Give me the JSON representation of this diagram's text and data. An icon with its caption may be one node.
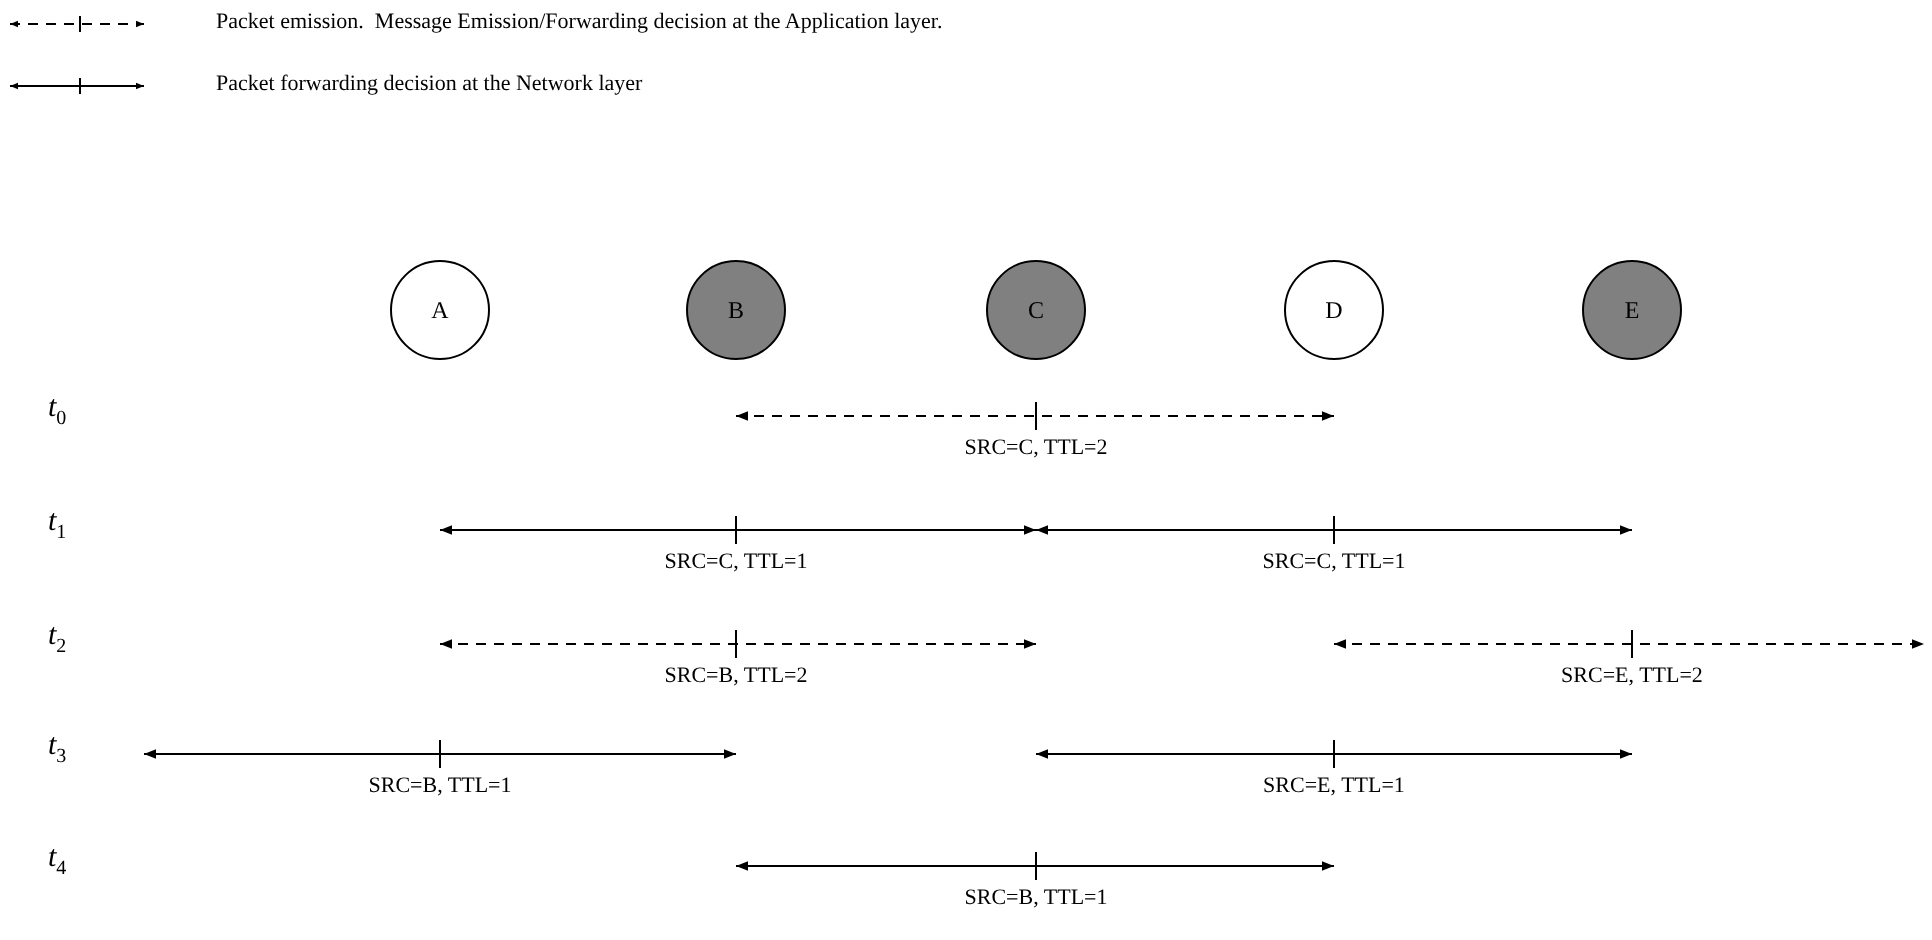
{
  "diagram": {
    "nodes": [
      {
        "text": [
          "A"
        ]
      },
      {
        "text": [
          "B"
        ]
      },
      {
        "text": [
          "C"
        ]
      },
      {
        "text": [
          "D"
        ]
      },
      {
        "text": [
          "E"
        ]
      }
    ],
    "labels": [
      "*t*$_{0}$",
      "SRC=C, TTL=2",
      "*t*$_{1}$",
      "SRC=C, TTL=1",
      "SRC=C, TTL=1",
      "*t*$_{2}$",
      "SRC=B, TTL=2",
      "SRC=E, TTL=2",
      "*t*$_{3}$",
      "SRC=B, TTL=1",
      "SRC=E, TTL=1",
      "*t*$_{4}$",
      "SRC=B, TTL=1"
    ],
    "legend": [
      {
        "text": "Packet emission.  Message Emission/Forwarding decision at the Application layer."
      },
      {
        "text": "Packet forwarding decision at the Network layer"
      }
    ]
  }
}
